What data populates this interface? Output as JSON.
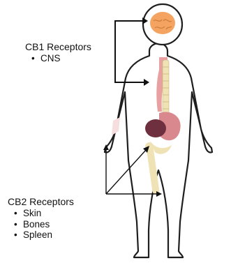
{
  "cb1": {
    "title": "CB1 Receptors",
    "items": [
      "CNS"
    ]
  },
  "cb2": {
    "title": "CB2 Receptors",
    "items": [
      "Skin",
      "Bones",
      "Spleen"
    ]
  },
  "colors": {
    "outline": "#1e1e1e",
    "brain": "#f4a460",
    "spine": "#efe2b4",
    "esophagus": "#e8a0a0",
    "stomach": "#d9888e",
    "spleen": "#6e2f3e",
    "skin_patch": "#f7dede",
    "bone": "#efe2b4",
    "arrow": "#111111"
  }
}
